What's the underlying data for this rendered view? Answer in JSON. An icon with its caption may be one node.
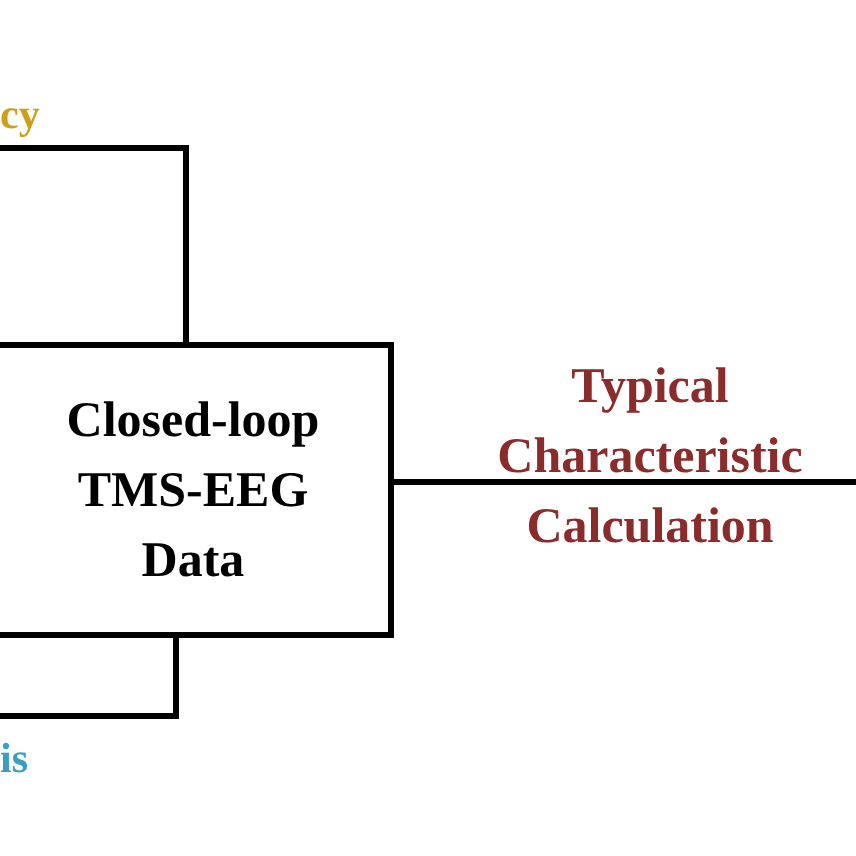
{
  "diagram": {
    "nodes": [
      {
        "text": [
          "Closed-loop TMS-EEG Data"
        ]
      },
      {
        "text": [
          "cy"
        ]
      },
      {
        "text": [
          "is"
        ]
      }
    ],
    "edges": [
      {
        "from": 1,
        "to": 0,
        "arrow": "none"
      },
      {
        "from": 0,
        "to": 2,
        "arrow": "none"
      },
      {
        "from": 0,
        "to": null,
        "arrow": "none",
        "label": "Typical Characteristic Calculation"
      }
    ]
  }
}
